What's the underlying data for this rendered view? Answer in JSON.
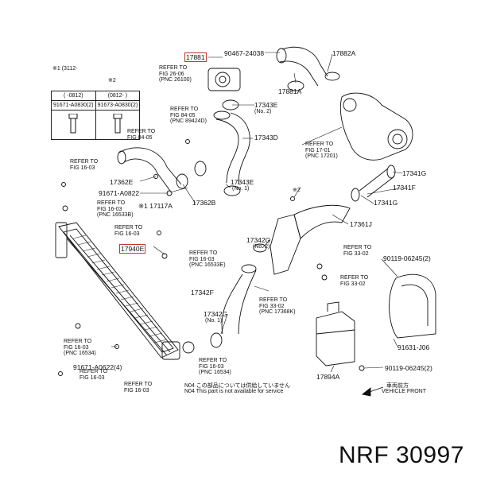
{
  "header": {
    "mark1": "※1 (3112-",
    "mark2": "※2",
    "mark3": "※2",
    "mark4": "※1"
  },
  "table": {
    "col1_head": "( -0812)",
    "col2_head": "(0812- )",
    "col1_part": "91671-A0830(2)",
    "col2_part": "91673-A0830(2)"
  },
  "parts": {
    "p17881_box": "17881",
    "p90467": "90467-24038",
    "p17882A": "17882A",
    "p17881A": "17881A",
    "p17343E_1": "17343E",
    "p17343E_1_note": "(No. 2)",
    "p17343D": "17343D",
    "p17362E": "17362E",
    "p91671_a0822": "91671-A0822",
    "p17117A": "※1 17117A",
    "p17362B": "17362B",
    "p17343E_2": "17343E",
    "p17343E_2_note": "(No. 1)",
    "p17341G_1": "17341G",
    "p17341F": "17341F",
    "p17341G_2": "17341G",
    "p17361J": "17361J",
    "p17342G_1": "17342G",
    "p17342G_1_note": "(No. 2)",
    "p17940E_box": "17940E",
    "p17342F": "17342F",
    "p17342G_2": "17342G",
    "p17342G_2_note": "(No. 1)",
    "p90119_1": "90119-06245(2)",
    "p90119_2": "90119-06245(2)",
    "p91631": "91631-J06",
    "p17894A": "17894A",
    "p91671_a0622": "91671-A0622(4)"
  },
  "refs": {
    "r_26_06": "REFER TO\nFIG 26-06\n(PNC 26100)",
    "r_84_05a": "REFER TO\nFIG 84-05\n(PNC 89424D)",
    "r_84_05b": "REFER TO\nFIG 84-05",
    "r_17_01": "REFER TO\nFIG 17-01\n(PNC 17201)",
    "r_16_03a": "REFER TO\nFIG 16-03",
    "r_16_03b": "REFER TO\nFIG 16-03\n(PNC 16533B)",
    "r_16_03c": "REFER TO\nFIG 16-03",
    "r_16_03d": "REFER TO\nFIG 16-03\n(PNC 16533E)",
    "r_33_02a": "REFER TO\nFIG 33-02",
    "r_33_02b": "REFER TO\nFIG 33-02",
    "r_33_02c": "REFER TO\nFIG 33-02\n(PNC 17368K)",
    "r_16_03e": "REFER TO\nFIG 16-03\n(PNC 16534)",
    "r_16_03f": "REFER TO\nFIG 16-03",
    "r_16_03g": "REFER TO\nFIG 16-03\n(PNC 16534)",
    "r_16_03h": "REFER TO\nFIG 16-03"
  },
  "notes": {
    "n04_jp": "N04 この部品については供給していません",
    "n04_en": "N04 This part is not available for service",
    "dir_jp": "車両前方",
    "dir_en": "VEHICLE FRONT"
  },
  "brand": {
    "label": "NRF 30997"
  },
  "colors": {
    "highlight_box": "#c0392b",
    "line": "#111111"
  }
}
